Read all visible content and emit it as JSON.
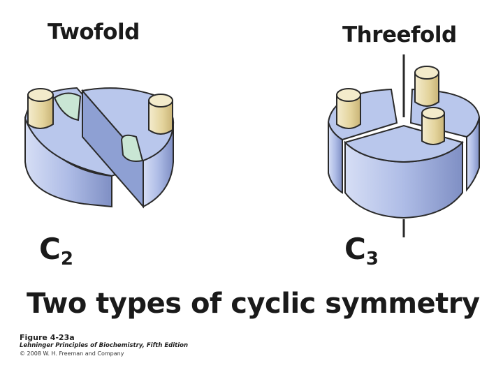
{
  "labels": {
    "twofold": "Twofold",
    "threefold": "Threefold",
    "c2_letter": "C",
    "c2_sub": "2",
    "c3_letter": "C",
    "c3_sub": "3"
  },
  "caption": "Two types of cyclic symmetry",
  "footer": {
    "figure": "Figure 4-23a",
    "book": "Lehninger Principles of Biochemistry, Fifth Edition",
    "copyright": "© 2008 W. H. Freeman and Company"
  },
  "colors": {
    "disc_top": "#b9c7ec",
    "disc_side": "#9aa9d8",
    "disc_side_dark": "#7f8fc4",
    "peg": "#e6d9a6",
    "peg_top": "#f3ebcb",
    "hole": "#c9e6d4",
    "outline": "#2a2a2a"
  }
}
